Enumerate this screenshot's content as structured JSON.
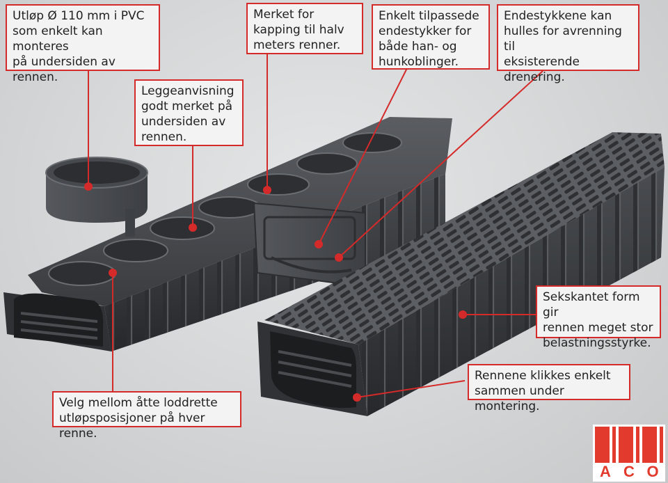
{
  "callouts": {
    "outlet": "Utløp Ø 110 mm i PVC\nsom enkelt kan monteres\npå undersiden av\nrennen.",
    "marked_cut": "Merket for\nkapping til halv\nmeters renner.",
    "end_pieces": "Enkelt tilpassede\nendestykker for\nbåde han- og\nhunkoblinger.",
    "end_drill": "Endestykkene kan\nhulles for avrenning til\neksisterende drenering.",
    "laying_guide": "Leggeanvisning\ngodt merket på\nundersiden av\nrennen.",
    "hexagonal": "Sekskantet form gir\nrennen meget stor\nbelastningsstyrke.",
    "click_together": "Rennene klikkes enkelt\nsammen under montering.",
    "outlet_positions": "Velg mellom åtte loddrette\nutløpsposisjoner på hver renne."
  },
  "logo": {
    "text": "ACO",
    "color": "#e23b2e"
  },
  "colors": {
    "accent": "#d52a2a",
    "channel": "#3a3c3f"
  }
}
